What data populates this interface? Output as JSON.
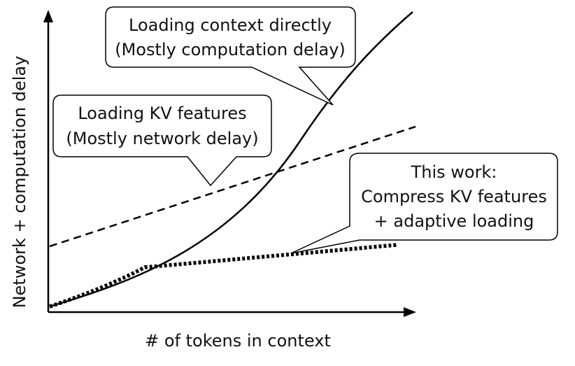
{
  "axes": {
    "x_label": "# of tokens in context",
    "y_label": "Network + computation delay"
  },
  "callouts": {
    "direct": {
      "line1": "Loading context directly",
      "line2": "(Mostly computation delay)"
    },
    "kv": {
      "line1": "Loading KV features",
      "line2": "(Mostly network delay)"
    },
    "this_work": {
      "line1": "This work:",
      "line2": "Compress KV features",
      "line3": "+ adaptive loading"
    }
  },
  "colors": {
    "ink": "#000000",
    "box_fill": "#ffffff"
  }
}
